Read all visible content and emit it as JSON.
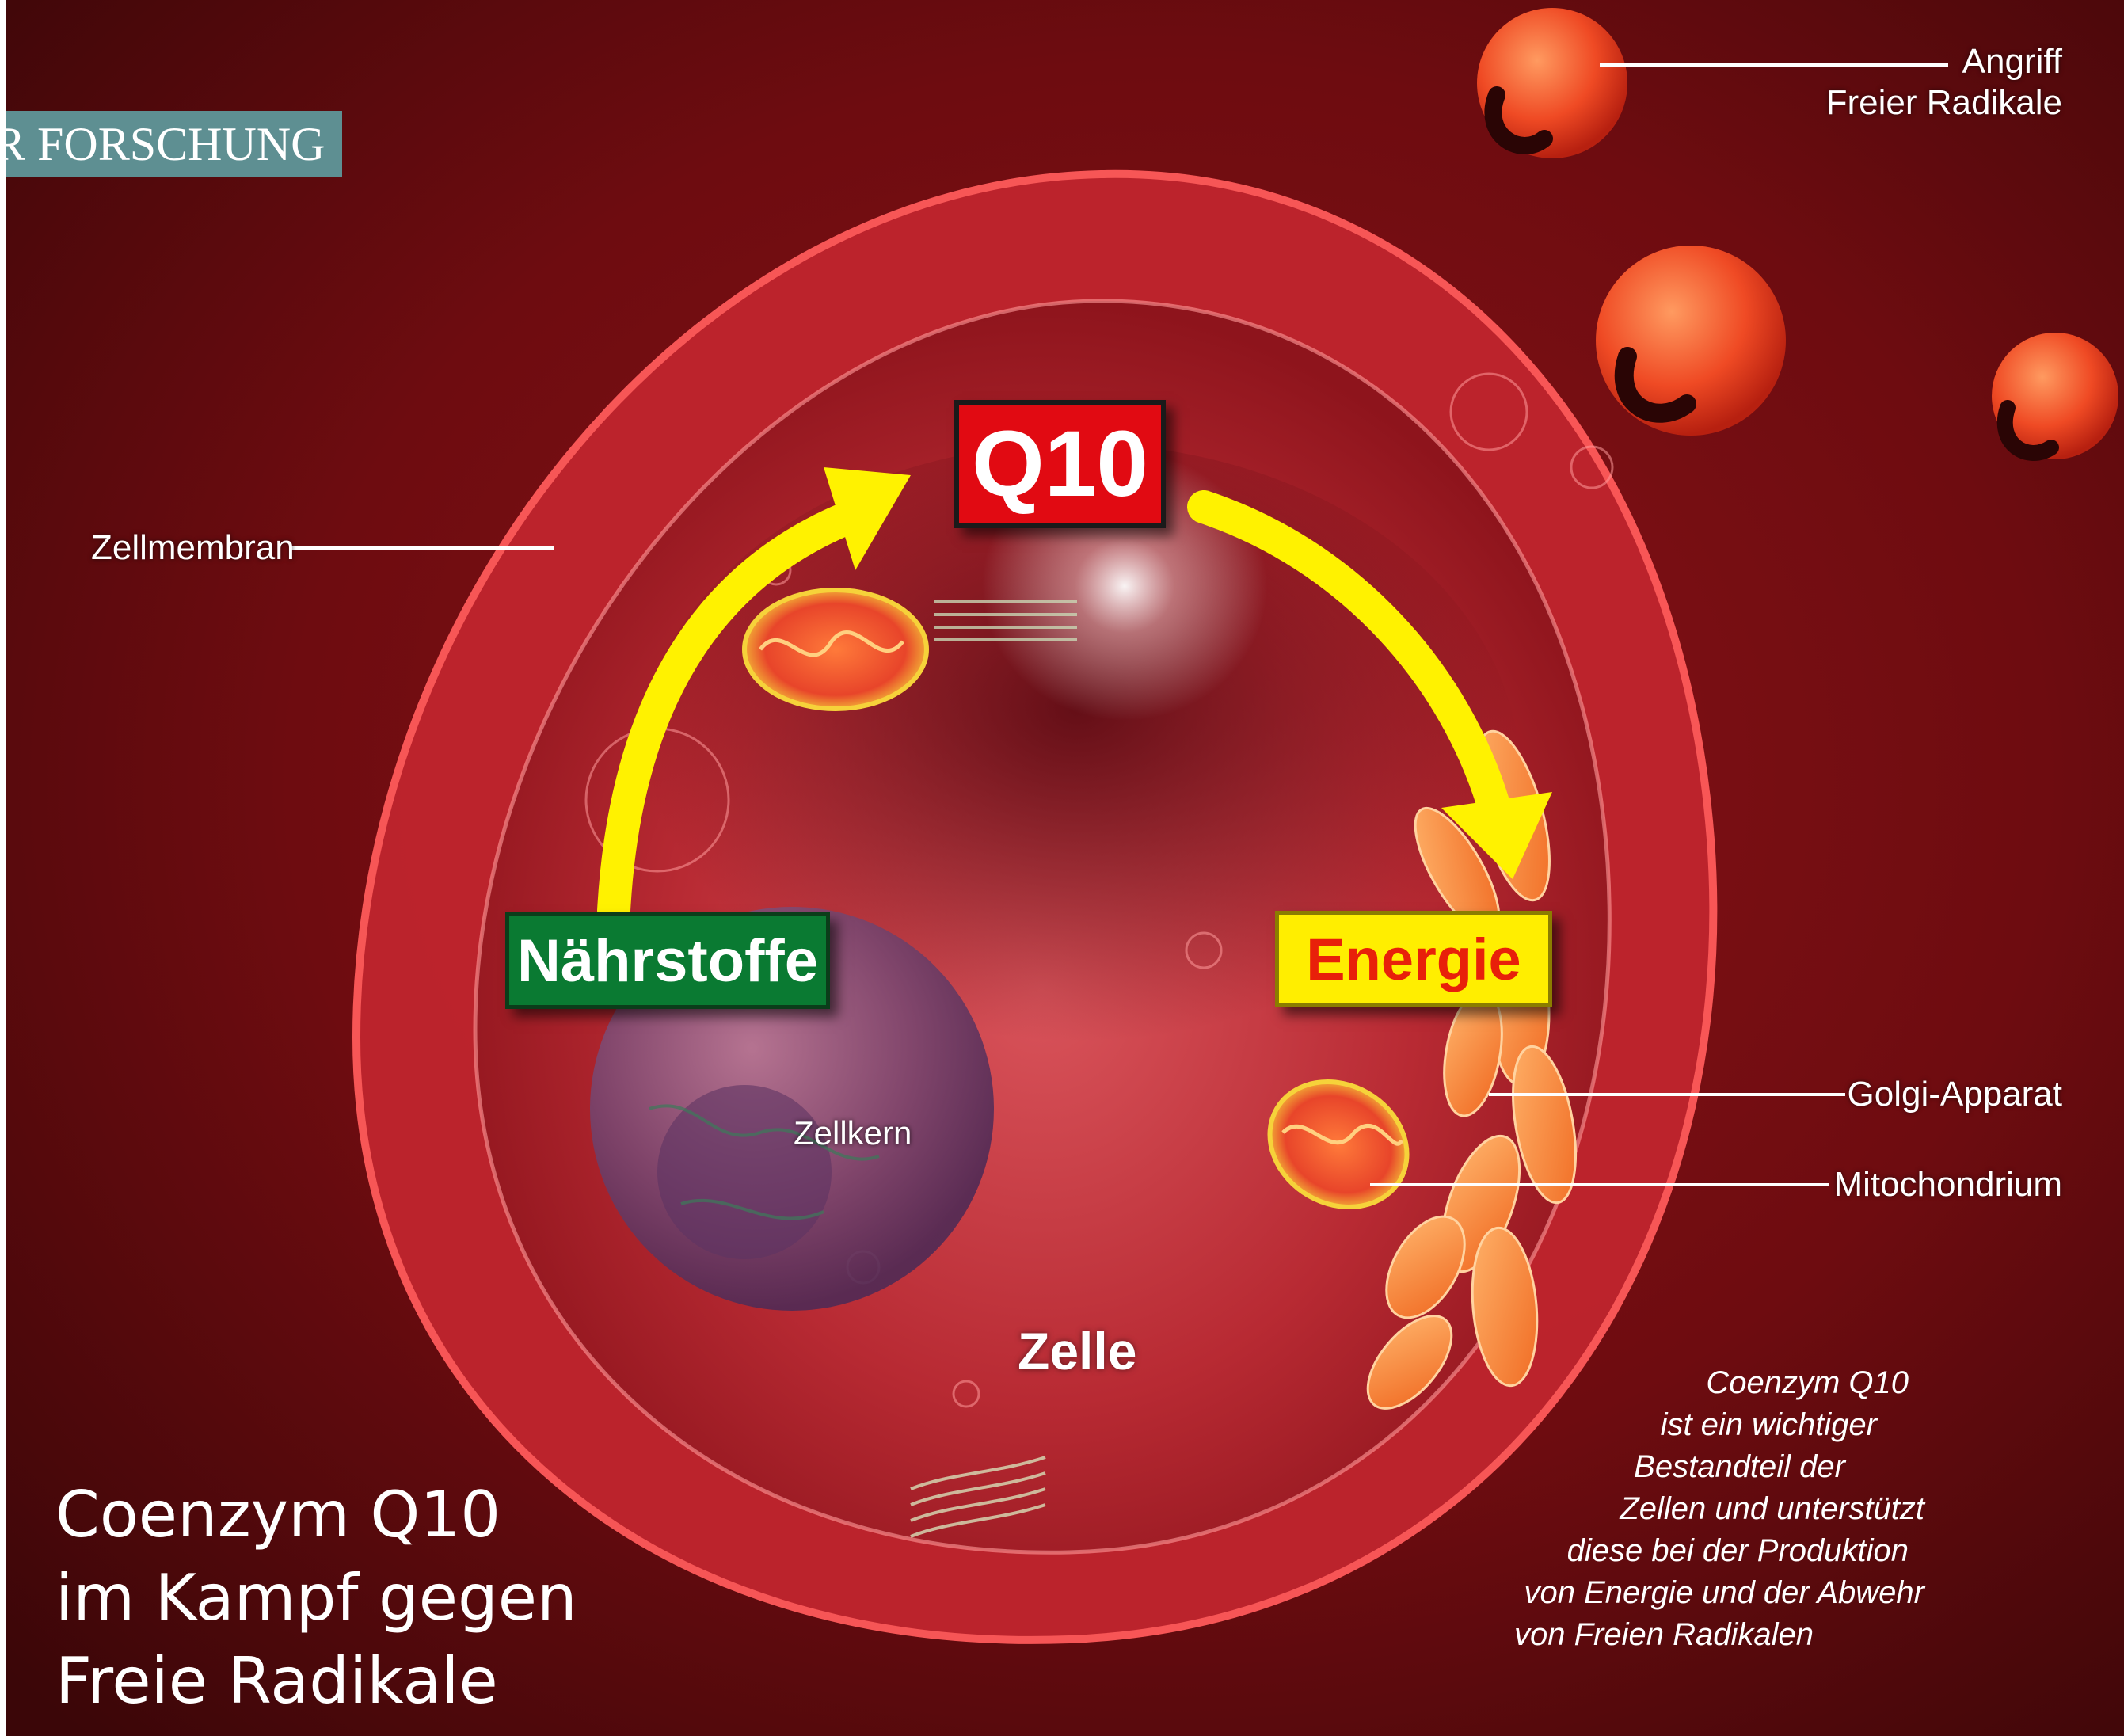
{
  "header": {
    "text": "R FORSCHUNG"
  },
  "tags": {
    "q10": "Q10",
    "naehrstoffe": "Nährstoffe",
    "energie": "Energie"
  },
  "labels": {
    "angriff": [
      "Angriff",
      "Freier Radikale"
    ],
    "zellmembran": "Zellmembran",
    "golgi": "Golgi-Apparat",
    "mitochondrium": "Mitochondrium",
    "zellkern": "Zellkern",
    "zelle": "Zelle"
  },
  "headline": [
    "Coenzym Q10",
    "im Kampf gegen",
    "Freie Radikale"
  ],
  "caption": [
    "Coenzym Q10",
    "ist ein wichtiger",
    "Bestandteil der",
    "Zellen und unterstützt",
    "diese bei der Produktion",
    "von Energie und der Abwehr",
    "von Freien Radikalen"
  ],
  "colors": {
    "background": "#6e0c10",
    "cell": "#c22a33",
    "q10_tag": "#e10a12",
    "naehrstoffe_tag": "#0a7a32",
    "energie_tag": "#ffee00",
    "arrow": "#fff200"
  }
}
